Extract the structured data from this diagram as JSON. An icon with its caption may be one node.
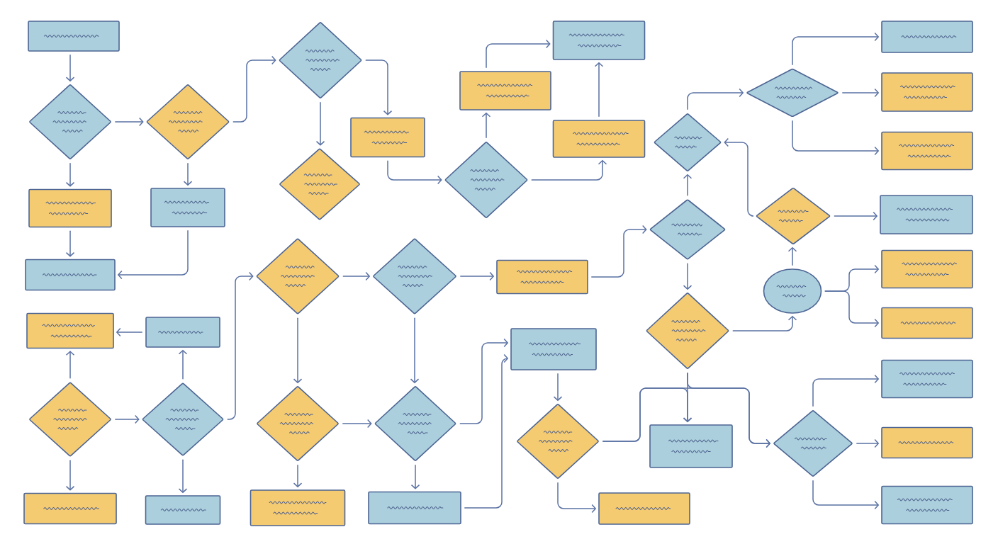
{
  "diagram": {
    "nodes": [
      {
        "text": [],
        "shape": "box"
      },
      {
        "text": [],
        "shape": "diamond"
      },
      {
        "text": [],
        "shape": "box"
      },
      {
        "text": [],
        "shape": "box"
      },
      {
        "text": [],
        "shape": "box"
      },
      {
        "text": [],
        "shape": "diamond"
      },
      {
        "text": [],
        "shape": "box"
      },
      {
        "text": [],
        "shape": "diamond"
      },
      {
        "text": [],
        "shape": "box"
      },
      {
        "text": [],
        "shape": "box"
      },
      {
        "text": [],
        "shape": "diamond"
      },
      {
        "text": [],
        "shape": "box"
      },
      {
        "text": [],
        "shape": "diamond"
      },
      {
        "text": [],
        "shape": "diamond"
      },
      {
        "text": [],
        "shape": "diamond"
      },
      {
        "text": [],
        "shape": "diamond"
      },
      {
        "text": [],
        "shape": "box"
      },
      {
        "text": [],
        "shape": "box"
      },
      {
        "text": [],
        "shape": "diamond"
      },
      {
        "text": [],
        "shape": "diamond"
      },
      {
        "text": [],
        "shape": "box"
      },
      {
        "text": [],
        "shape": "box"
      },
      {
        "text": [],
        "shape": "diamond"
      },
      {
        "text": [],
        "shape": "box"
      },
      {
        "text": [],
        "shape": "box"
      },
      {
        "text": [],
        "shape": "diamond"
      },
      {
        "text": [],
        "shape": "box"
      },
      {
        "text": [],
        "shape": "box"
      },
      {
        "text": [],
        "shape": "box"
      },
      {
        "text": [],
        "shape": "diamond"
      },
      {
        "text": [],
        "shape": "diamond"
      },
      {
        "text": [],
        "shape": "diamond"
      },
      {
        "text": [],
        "shape": "box"
      },
      {
        "text": [],
        "shape": "diamond"
      },
      {
        "text": [],
        "shape": "diamond"
      },
      {
        "text": [],
        "shape": "ellipse"
      },
      {
        "text": [],
        "shape": "diamond"
      },
      {
        "text": [],
        "shape": "box"
      },
      {
        "text": [],
        "shape": "box"
      },
      {
        "text": [],
        "shape": "box"
      },
      {
        "text": [],
        "shape": "box"
      },
      {
        "text": [],
        "shape": "box"
      },
      {
        "text": [],
        "shape": "box"
      },
      {
        "text": [],
        "shape": "box"
      },
      {
        "text": [],
        "shape": "box"
      },
      {
        "text": [],
        "shape": "box"
      }
    ],
    "edges": [
      {
        "from": 0,
        "to": 1,
        "arrow": "to"
      },
      {
        "from": 1,
        "to": 7,
        "arrow": "to"
      },
      {
        "from": 1,
        "to": 2,
        "arrow": "to"
      },
      {
        "from": 2,
        "to": 3,
        "arrow": "to"
      },
      {
        "from": 7,
        "to": 8,
        "arrow": "to"
      },
      {
        "from": 8,
        "to": 3,
        "arrow": "to"
      },
      {
        "from": 7,
        "to": 12,
        "arrow": "to"
      },
      {
        "from": 12,
        "to": 13,
        "arrow": "to"
      },
      {
        "from": 12,
        "to": 17,
        "arrow": "to"
      },
      {
        "from": 17,
        "to": 22,
        "arrow": "to"
      },
      {
        "from": 22,
        "to": 21,
        "arrow": "to"
      },
      {
        "from": 21,
        "to": 27,
        "arrow": "to"
      },
      {
        "from": 22,
        "to": 28,
        "arrow": "to"
      },
      {
        "from": 28,
        "to": 27,
        "arrow": "to"
      },
      {
        "from": 5,
        "to": 4,
        "arrow": "to"
      },
      {
        "from": 9,
        "to": 4,
        "arrow": "to"
      },
      {
        "from": 10,
        "to": 9,
        "arrow": "to"
      },
      {
        "from": 5,
        "to": 10,
        "arrow": "to"
      },
      {
        "from": 5,
        "to": 6,
        "arrow": "to"
      },
      {
        "from": 10,
        "to": 11,
        "arrow": "to"
      },
      {
        "from": 10,
        "to": 14,
        "arrow": "to"
      },
      {
        "from": 14,
        "to": 18,
        "arrow": "to"
      },
      {
        "from": 14,
        "to": 15,
        "arrow": "to"
      },
      {
        "from": 18,
        "to": 23,
        "arrow": "to"
      },
      {
        "from": 18,
        "to": 19,
        "arrow": "to"
      },
      {
        "from": 15,
        "to": 19,
        "arrow": "to"
      },
      {
        "from": 15,
        "to": 16,
        "arrow": "to"
      },
      {
        "from": 19,
        "to": 20,
        "arrow": "to"
      },
      {
        "from": 19,
        "to": 24,
        "arrow": "to"
      },
      {
        "from": 20,
        "to": 24,
        "arrow": "to"
      },
      {
        "from": 24,
        "to": 25,
        "arrow": "to"
      },
      {
        "from": 25,
        "to": 26,
        "arrow": "to"
      },
      {
        "from": 23,
        "to": 30,
        "arrow": "to"
      },
      {
        "from": 30,
        "to": 29,
        "arrow": "to"
      },
      {
        "from": 30,
        "to": 31,
        "arrow": "to"
      },
      {
        "from": 31,
        "to": 35,
        "arrow": "to"
      },
      {
        "from": 35,
        "to": 34,
        "arrow": "to"
      },
      {
        "from": 34,
        "to": 29,
        "arrow": "to"
      },
      {
        "from": 34,
        "to": 40,
        "arrow": "to"
      },
      {
        "from": 29,
        "to": 33,
        "arrow": "to"
      },
      {
        "from": 33,
        "to": 37,
        "arrow": "to"
      },
      {
        "from": 33,
        "to": 38,
        "arrow": "to"
      },
      {
        "from": 33,
        "to": 39,
        "arrow": "to"
      },
      {
        "from": 35,
        "to": 41,
        "arrow": "to"
      },
      {
        "from": 35,
        "to": 42,
        "arrow": "to"
      },
      {
        "from": 36,
        "to": 43,
        "arrow": "to"
      },
      {
        "from": 36,
        "to": 44,
        "arrow": "to"
      },
      {
        "from": 36,
        "to": 45,
        "arrow": "to"
      },
      {
        "from": 31,
        "to": 32,
        "arrow": "to"
      },
      {
        "from": 31,
        "to": 36,
        "arrow": "to"
      },
      {
        "from": 25,
        "to": 32,
        "arrow": "to"
      },
      {
        "from": 25,
        "to": 36,
        "arrow": "to"
      }
    ]
  }
}
